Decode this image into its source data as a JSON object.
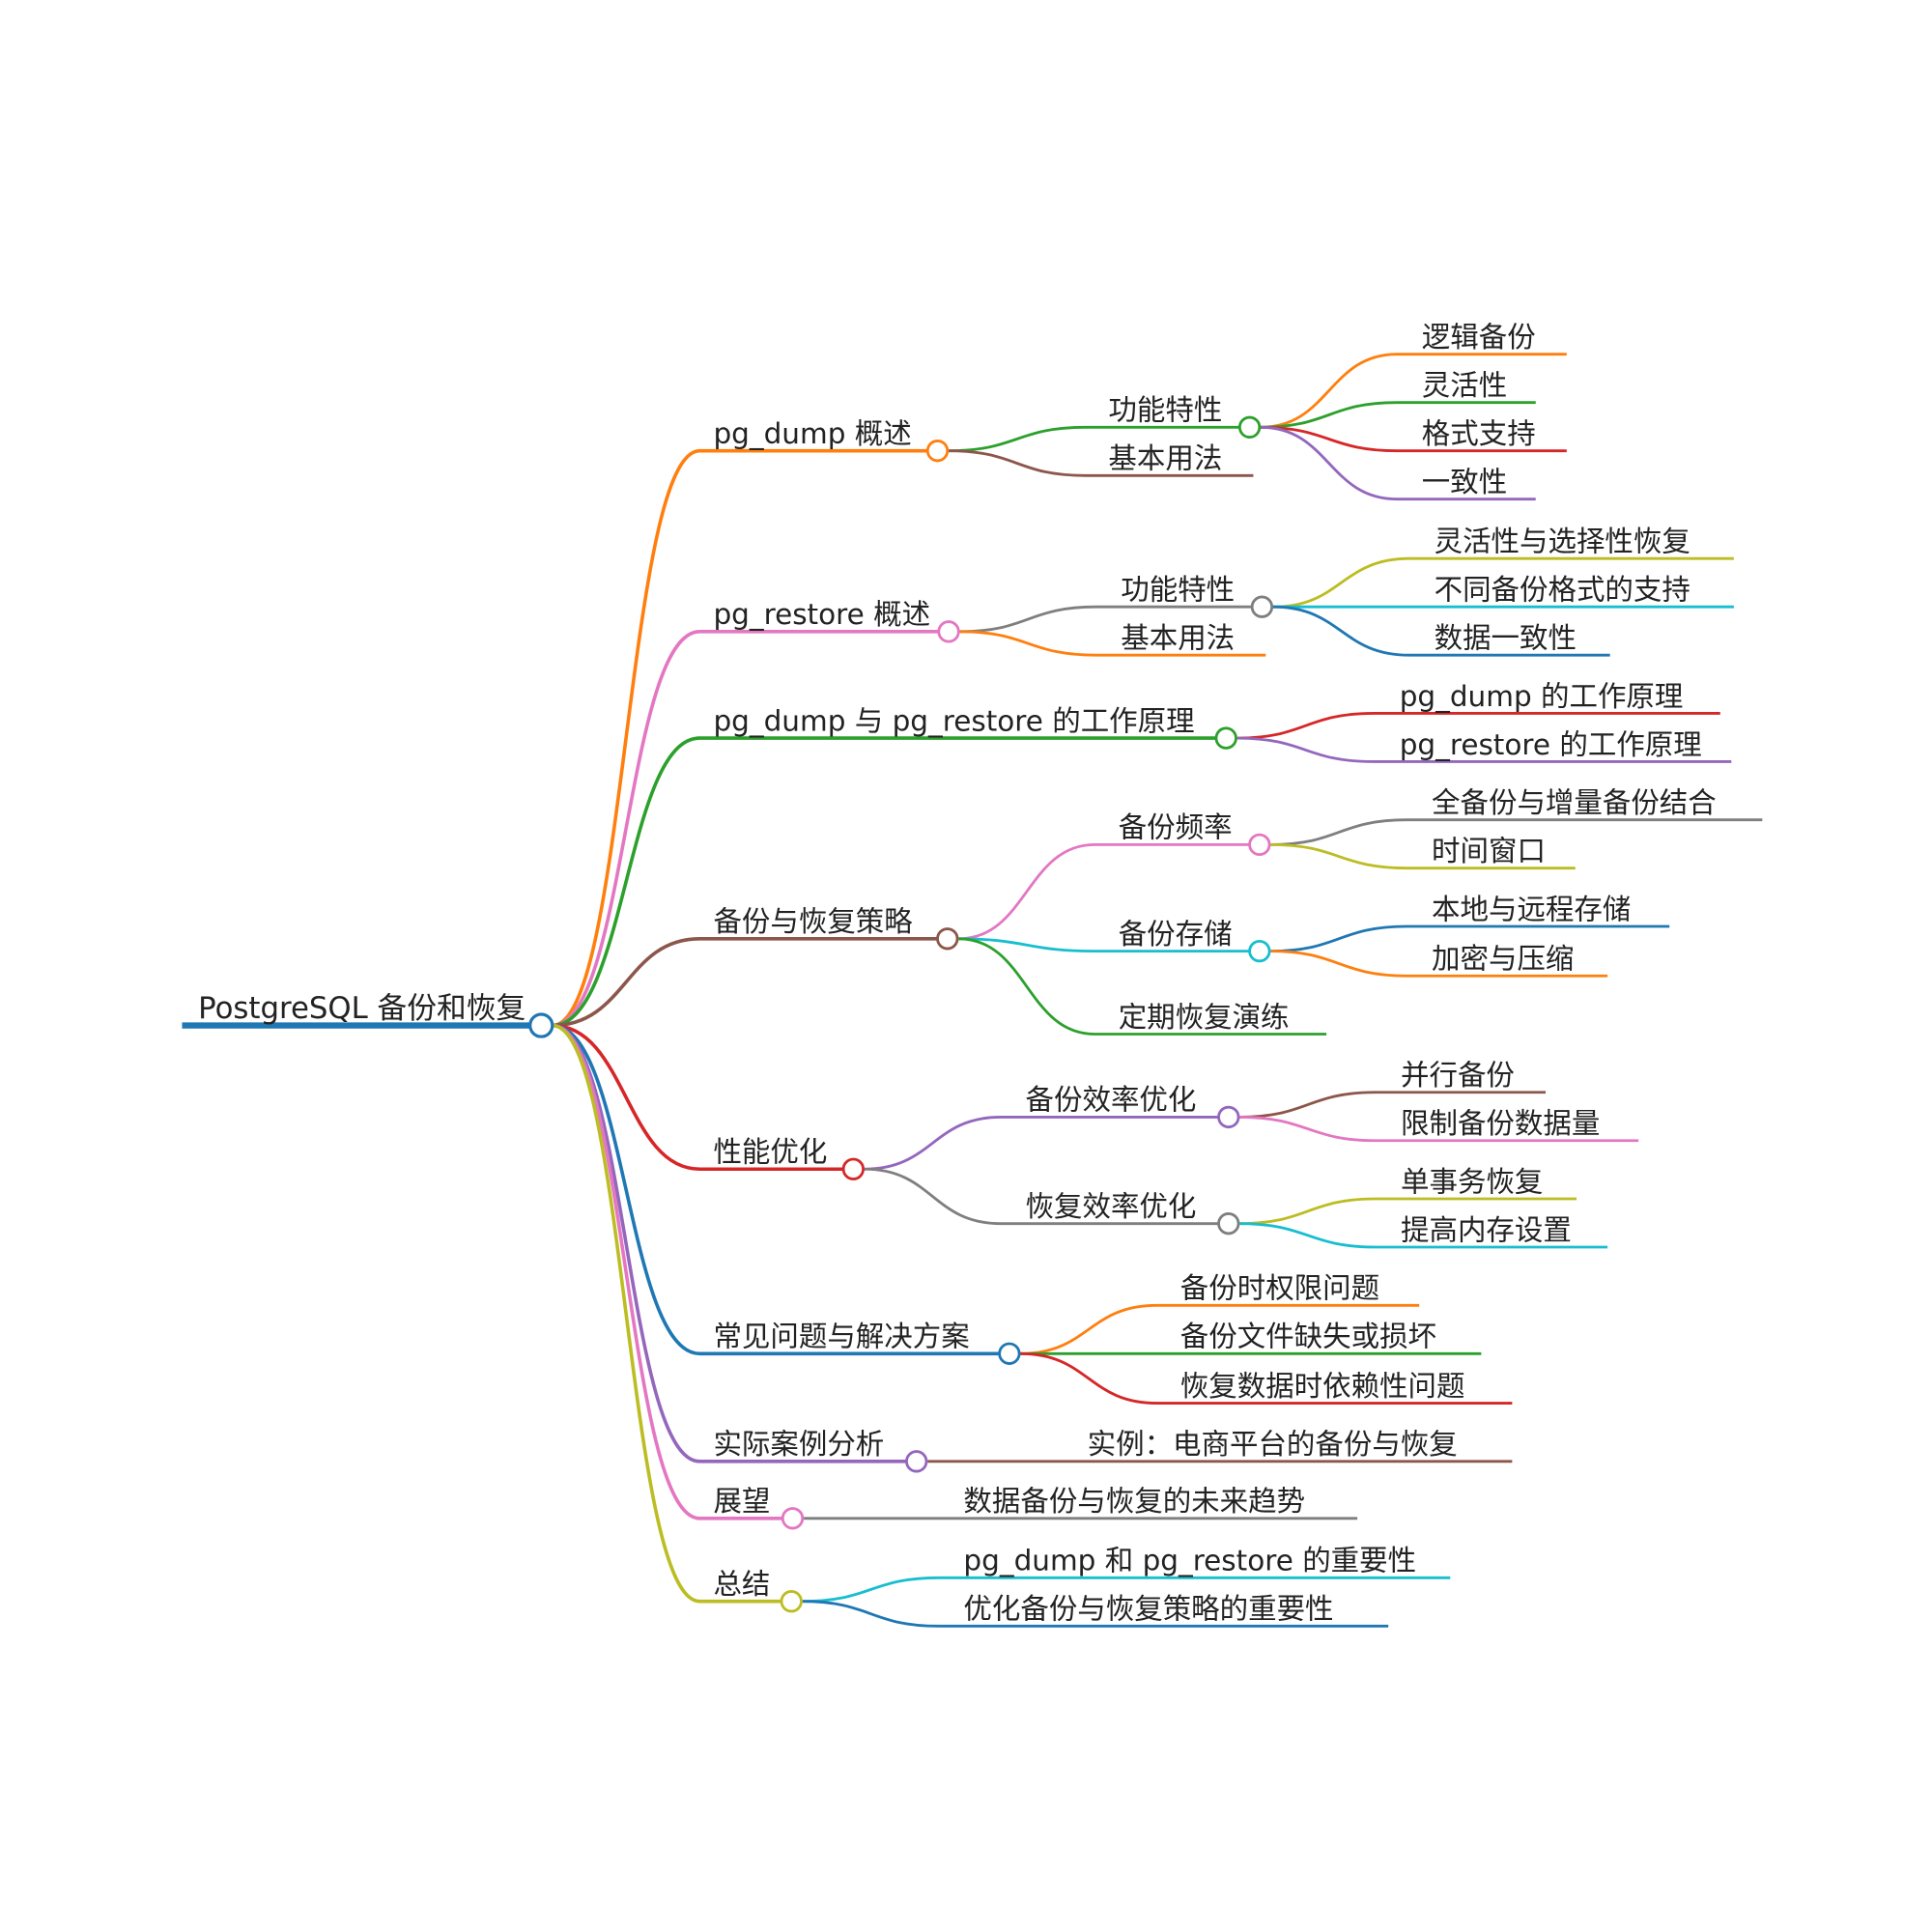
{
  "root": {
    "label": "PostgreSQL 备份和恢复",
    "color": "#1f77b4",
    "children": [
      {
        "label": "pg_dump 概述",
        "color": "#ff7f0e",
        "children": [
          {
            "label": "功能特性",
            "color": "#2ca02c",
            "children": [
              {
                "label": "逻辑备份",
                "color": "#ff7f0e"
              },
              {
                "label": "灵活性",
                "color": "#2ca02c"
              },
              {
                "label": "格式支持",
                "color": "#d62728"
              },
              {
                "label": "一致性",
                "color": "#9467bd"
              }
            ]
          },
          {
            "label": "基本用法",
            "color": "#8c564b"
          }
        ]
      },
      {
        "label": "pg_restore 概述",
        "color": "#e377c2",
        "children": [
          {
            "label": "功能特性",
            "color": "#7f7f7f",
            "children": [
              {
                "label": "灵活性与选择性恢复",
                "color": "#bcbd22"
              },
              {
                "label": "不同备份格式的支持",
                "color": "#17becf"
              },
              {
                "label": "数据一致性",
                "color": "#1f77b4"
              }
            ]
          },
          {
            "label": "基本用法",
            "color": "#ff7f0e"
          }
        ]
      },
      {
        "label": "pg_dump 与 pg_restore 的工作原理",
        "color": "#2ca02c",
        "children": [
          {
            "label": "pg_dump 的工作原理",
            "color": "#d62728"
          },
          {
            "label": "pg_restore 的工作原理",
            "color": "#9467bd"
          }
        ]
      },
      {
        "label": "备份与恢复策略",
        "color": "#8c564b",
        "children": [
          {
            "label": "备份频率",
            "color": "#e377c2",
            "children": [
              {
                "label": "全备份与增量备份结合",
                "color": "#7f7f7f"
              },
              {
                "label": "时间窗口",
                "color": "#bcbd22"
              }
            ]
          },
          {
            "label": "备份存储",
            "color": "#17becf",
            "children": [
              {
                "label": "本地与远程存储",
                "color": "#1f77b4"
              },
              {
                "label": "加密与压缩",
                "color": "#ff7f0e"
              }
            ]
          },
          {
            "label": "定期恢复演练",
            "color": "#2ca02c"
          }
        ]
      },
      {
        "label": "性能优化",
        "color": "#d62728",
        "children": [
          {
            "label": "备份效率优化",
            "color": "#9467bd",
            "children": [
              {
                "label": "并行备份",
                "color": "#8c564b"
              },
              {
                "label": "限制备份数据量",
                "color": "#e377c2"
              }
            ]
          },
          {
            "label": "恢复效率优化",
            "color": "#7f7f7f",
            "children": [
              {
                "label": "单事务恢复",
                "color": "#bcbd22"
              },
              {
                "label": "提高内存设置",
                "color": "#17becf"
              }
            ]
          }
        ]
      },
      {
        "label": "常见问题与解决方案",
        "color": "#1f77b4",
        "children": [
          {
            "label": "备份时权限问题",
            "color": "#ff7f0e"
          },
          {
            "label": "备份文件缺失或损坏",
            "color": "#2ca02c"
          },
          {
            "label": "恢复数据时依赖性问题",
            "color": "#d62728"
          }
        ]
      },
      {
        "label": "实际案例分析",
        "color": "#9467bd",
        "children": [
          {
            "label": "实例：电商平台的备份与恢复",
            "color": "#8c564b"
          }
        ]
      },
      {
        "label": "展望",
        "color": "#e377c2",
        "children": [
          {
            "label": "数据备份与恢复的未来趋势",
            "color": "#7f7f7f"
          }
        ]
      },
      {
        "label": "总结",
        "color": "#bcbd22",
        "children": [
          {
            "label": "pg_dump 和 pg_restore 的重要性",
            "color": "#17becf"
          },
          {
            "label": "优化备份与恢复策略的重要性",
            "color": "#1f77b4"
          }
        ]
      }
    ]
  }
}
